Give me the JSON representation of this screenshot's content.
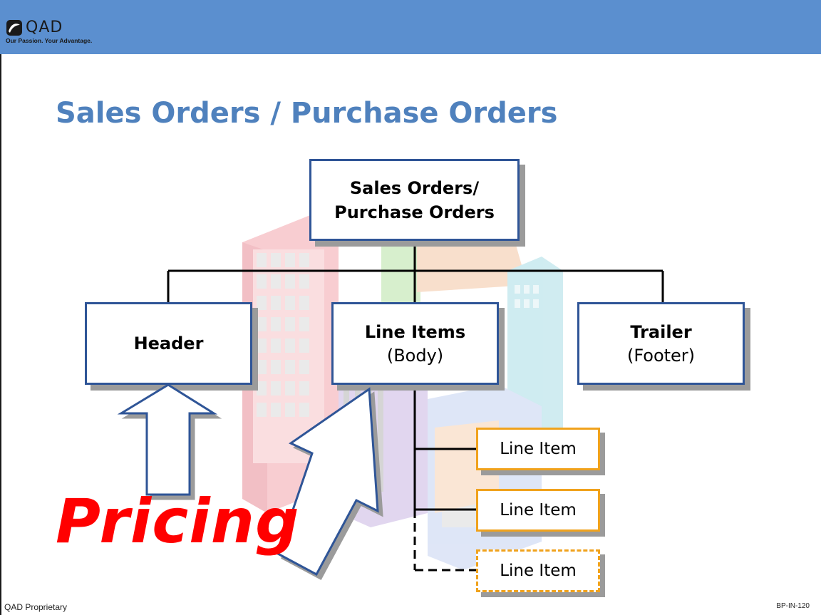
{
  "logo": {
    "word": "QAD",
    "tagline": "Our Passion. Your Advantage."
  },
  "title": "Sales Orders / Purchase Orders",
  "diagram": {
    "root": {
      "line1": "Sales Orders/",
      "line2": "Purchase Orders"
    },
    "header": {
      "label": "Header"
    },
    "body": {
      "label": "Line Items",
      "sub": "(Body)"
    },
    "trailer": {
      "label": "Trailer",
      "sub": "(Footer)"
    },
    "line_items": [
      "Line Item",
      "Line Item",
      "Line Item"
    ]
  },
  "callout": "Pricing",
  "footer": {
    "left": "QAD Proprietary",
    "right": "BP-IN-120"
  },
  "colors": {
    "accent": "#4f81bd",
    "header_bar": "#5b8fcf",
    "box_border": "#2f5597",
    "line_item_border": "#f0a21c",
    "callout": "#ff0000"
  }
}
